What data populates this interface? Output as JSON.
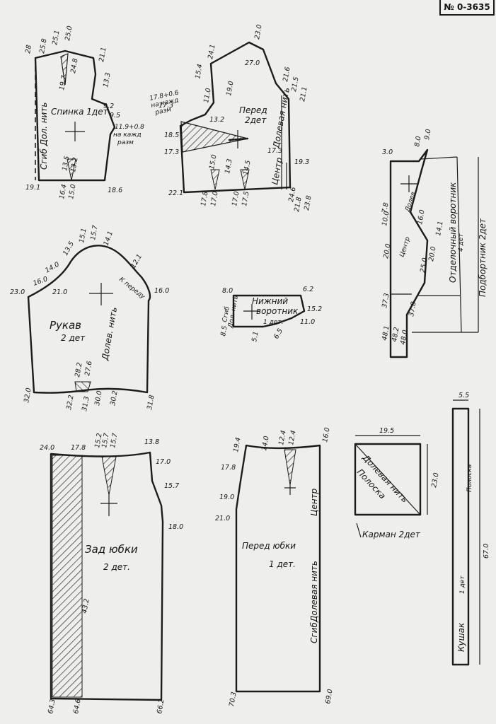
{
  "doc_number": "№ 0-3635",
  "pieces": {
    "back": {
      "title": "Спинка 1дет",
      "grain": "Сгиб Дол. нить",
      "note1": "11.9+0.8",
      "note2": "на кажд",
      "note3": "разм"
    },
    "front": {
      "title1": "Перед",
      "title2": "2дет",
      "grain": "Долевая нить",
      "center": "Центр",
      "note1": "17.8+0.6",
      "note2": "на кажд",
      "note3": "разм"
    },
    "facing": {
      "label1": "Отделочный воротник",
      "label2": "4 дет",
      "label3": "Подбортник 2дет",
      "center": "Центр",
      "grain": "Долев."
    },
    "sleeve": {
      "title": "Рукав",
      "count": "2 дет",
      "grain": "Долев. нить",
      "to_front": "К переду"
    },
    "under_collar": {
      "title1": "Нижний",
      "title2": "воротник",
      "count": "1 дет.",
      "fold": "Сгиб",
      "grain": "Дол. нить"
    },
    "skirt_back": {
      "title": "Зад юбки",
      "count": "2 дет."
    },
    "skirt_front": {
      "title": "Перед юбки",
      "count": "1 дет.",
      "fold": "Сгиб",
      "grain": "Долевая нить",
      "center": "Центр"
    },
    "pocket": {
      "title": "Карман 2дет",
      "grain": "Долевая нить",
      "stripe": "Полоска"
    },
    "belt": {
      "title": "Кушак",
      "count": "1 дет",
      "stripe": "Полоска"
    }
  },
  "measurements": {
    "back": [
      "28",
      "25.8",
      "25.1",
      "25.0",
      "19.7",
      "24.8",
      "21.1",
      "13.3",
      "9.2",
      "9.5",
      "19.1",
      "16.4",
      "15.0",
      "13.5",
      "13.2",
      "18.6"
    ],
    "front": [
      "24.1",
      "15.4",
      "11.0",
      "19.0",
      "13.2",
      "23.0",
      "27.0",
      "21.6",
      "21.5",
      "21.1",
      "17.3",
      "18.5",
      "17.3",
      "17.3",
      "19.3",
      "22.1",
      "17.8",
      "17.0",
      "15.0",
      "14.3",
      "17.0",
      "17.5",
      "14.5",
      "24.6",
      "21.8",
      "23.8"
    ],
    "facing": [
      "3.0",
      "8.0",
      "9.0",
      "7.8",
      "10.0",
      "16.0",
      "14.1",
      "20.0",
      "25.0",
      "20.0",
      "37.3",
      "48.1",
      "48.2",
      "48.0",
      "37.8"
    ],
    "sleeve": [
      "15.7",
      "15.1",
      "14.1",
      "13.5",
      "12.1",
      "14.0",
      "16.0",
      "23.0",
      "21.0",
      "16.0",
      "28.2",
      "27.6",
      "32.0",
      "32.2",
      "31.3",
      "30.0",
      "30.2",
      "31.8"
    ],
    "under_collar": [
      "8.0",
      "6.2",
      "15.2",
      "11.0",
      "8.5",
      "5.1",
      "6.5"
    ],
    "skirt_back": [
      "24.0",
      "17.8",
      "15.2",
      "15.7",
      "15.7",
      "13.8",
      "17.0",
      "15.7",
      "18.0",
      "43.2",
      "64.3",
      "64.6",
      "66.2"
    ],
    "skirt_front": [
      "19.4",
      "14.0",
      "12.4",
      "12.4",
      "16.0",
      "17.8",
      "19.0",
      "21.0",
      "70.3",
      "69.0"
    ],
    "pocket": [
      "19.5",
      "23.0"
    ],
    "belt": [
      "5.5",
      "67.0"
    ]
  }
}
